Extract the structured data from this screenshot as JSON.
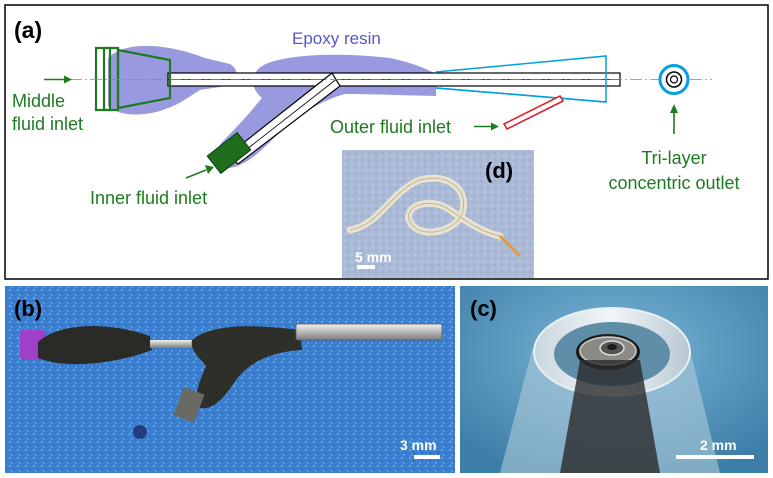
{
  "panel_a": {
    "label": "(a)",
    "epoxy_label": "Epoxy resin",
    "middle_inlet_line1": "Middle",
    "middle_inlet_line2": "fluid inlet",
    "inner_inlet": "Inner fluid inlet",
    "outer_inlet": "Outer fluid inlet",
    "outlet_line1": "Tri-layer",
    "outlet_line2": "concentric outlet"
  },
  "panel_b": {
    "label": "(b)",
    "scale": "3 mm"
  },
  "panel_c": {
    "label": "(c)",
    "scale": "2 mm"
  },
  "panel_d": {
    "label": "(d)",
    "scale": "5 mm"
  },
  "colors": {
    "epoxy": "#9999e0",
    "annotation_green": "#1e7a1e",
    "outer_capillary": "#00a0e0",
    "outer_inlet_tube": "#e0202a",
    "inner_inlet_fill": "#1e6e1e",
    "photo_b_bg": "#3a7fd0",
    "photo_c_bg": "#5ea0c8",
    "photo_d_bg": "#a9b9d6"
  }
}
